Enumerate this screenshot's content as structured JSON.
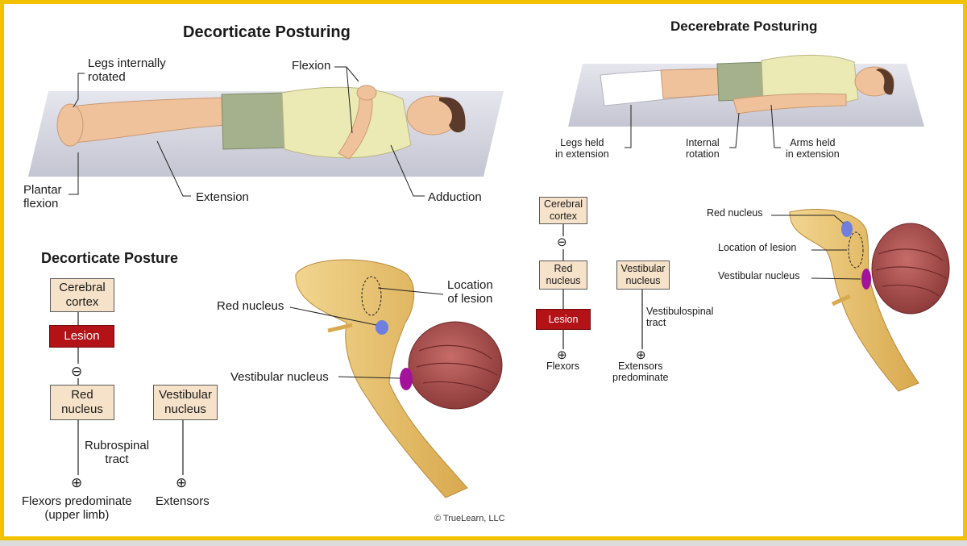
{
  "decorticate_illustration": {
    "title": "Decorticate Posturing",
    "labels": {
      "legs_internally_rotated": "Legs internally\nrotated",
      "flexion": "Flexion",
      "plantar_flexion": "Plantar\nflexion",
      "extension": "Extension",
      "adduction": "Adduction"
    }
  },
  "decerebrate_illustration": {
    "title": "Decerebrate Posturing",
    "labels": {
      "legs_held_in_extension": "Legs held\nin extension",
      "internal_rotation": "Internal\nrotation",
      "arms_held_in_extension": "Arms held\nin extension"
    }
  },
  "decorticate_diagram": {
    "title": "Decorticate Posture",
    "boxes": {
      "cerebral_cortex": "Cerebral\ncortex",
      "lesion": "Lesion",
      "red_nucleus": "Red\nnucleus",
      "vestibular_nucleus": "Vestibular\nnucleus"
    },
    "tract_label": "Rubrospinal\ntract",
    "inhibit_symbol": "⊖",
    "excite_symbol": "⊕",
    "outputs": {
      "flexors": "Flexors predominate\n(upper limb)",
      "extensors": "Extensors"
    },
    "brainstem_labels": {
      "red_nucleus": "Red nucleus",
      "location_of_lesion": "Location\nof lesion",
      "vestibular_nucleus": "Vestibular nucleus"
    }
  },
  "decerebrate_diagram": {
    "boxes": {
      "cerebral_cortex": "Cerebral\ncortex",
      "red_nucleus": "Red\nnucleus",
      "lesion": "Lesion",
      "vestibular_nucleus": "Vestibular\nnucleus"
    },
    "tract_label": "Vestibulospinal\ntract",
    "inhibit_symbol": "⊖",
    "excite_symbol": "⊕",
    "outputs": {
      "flexors": "Flexors",
      "extensors": "Extensors\npredominate"
    },
    "brainstem_labels": {
      "red_nucleus": "Red nucleus",
      "location_of_lesion": "Location of lesion",
      "vestibular_nucleus": "Vestibular nucleus"
    }
  },
  "copyright": "© TrueLearn, LLC",
  "colors": {
    "frame": "#f2c200",
    "box_fill": "#f6e2c9",
    "lesion_fill": "#b31217",
    "red_nucleus": "#6f7fe0",
    "vestibular_nucleus": "#a3129b",
    "cerebellum": "#a8504e",
    "brainstem": "#e8c170",
    "skin": "#f0c8a0",
    "shirt": "#ecebb7",
    "shorts": "#a4b08c",
    "table": "#cfd0da"
  }
}
